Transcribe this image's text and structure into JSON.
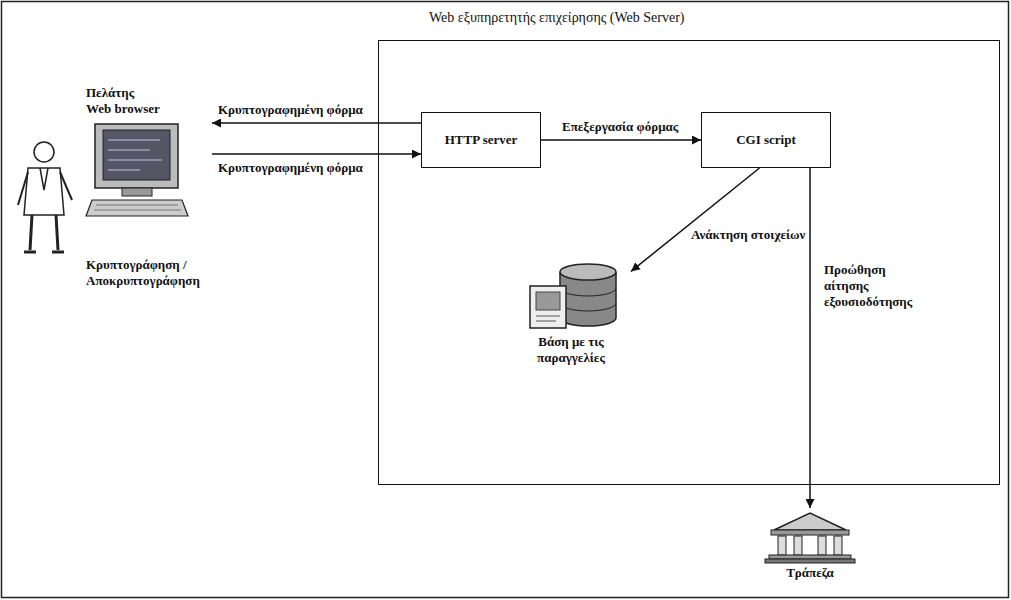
{
  "diagram": {
    "nodes": [
      {
        "text": [
          "Πελάτης",
          "Web browser",
          "Κρυπτογράφηση / Αποκρυπτογράφηση"
        ]
      },
      {
        "text": [
          "Web εξυπηρετητής επιχείρησης (Web Server)"
        ]
      },
      {
        "text": [
          "HTTP server"
        ],
        "in": 1
      },
      {
        "text": [
          "CGI script"
        ],
        "in": 1
      },
      {
        "text": [
          "Βάση με τις παραγγελίες"
        ],
        "in": 1
      },
      {
        "text": [
          "Τράπεζα"
        ]
      }
    ],
    "edges": [
      {
        "from": 2,
        "to": 0,
        "label": "Κρυπτογραφημένη φόρμα",
        "arrow": "to"
      },
      {
        "from": 0,
        "to": 2,
        "label": "Κρυπτογραφημένη φόρμα",
        "arrow": "to"
      },
      {
        "from": 2,
        "to": 3,
        "label": "Επεξεργασία φόρμας",
        "arrow": "to"
      },
      {
        "from": 3,
        "to": 4,
        "label": "Ανάκτηση στοιχείων",
        "arrow": "to"
      },
      {
        "from": 3,
        "to": 5,
        "label": "Προώθηση αίτησης εξουσιοδότησης",
        "arrow": "to"
      }
    ]
  }
}
